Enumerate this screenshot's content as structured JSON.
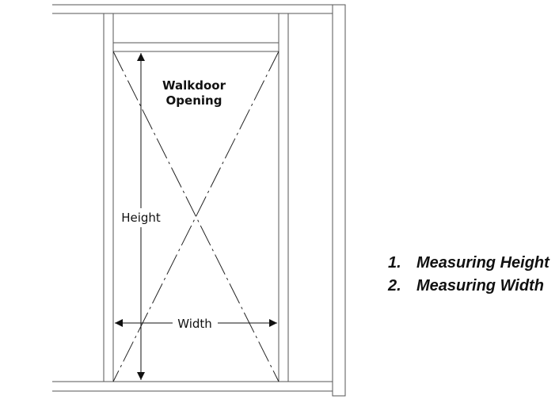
{
  "labels": {
    "opening_line1": "Walkdoor",
    "opening_line2": "Opening",
    "height": "Height",
    "width": "Width"
  },
  "steps": [
    {
      "number": "1.",
      "text": "Measuring Height"
    },
    {
      "number": "2.",
      "text": "Measuring Width"
    }
  ]
}
